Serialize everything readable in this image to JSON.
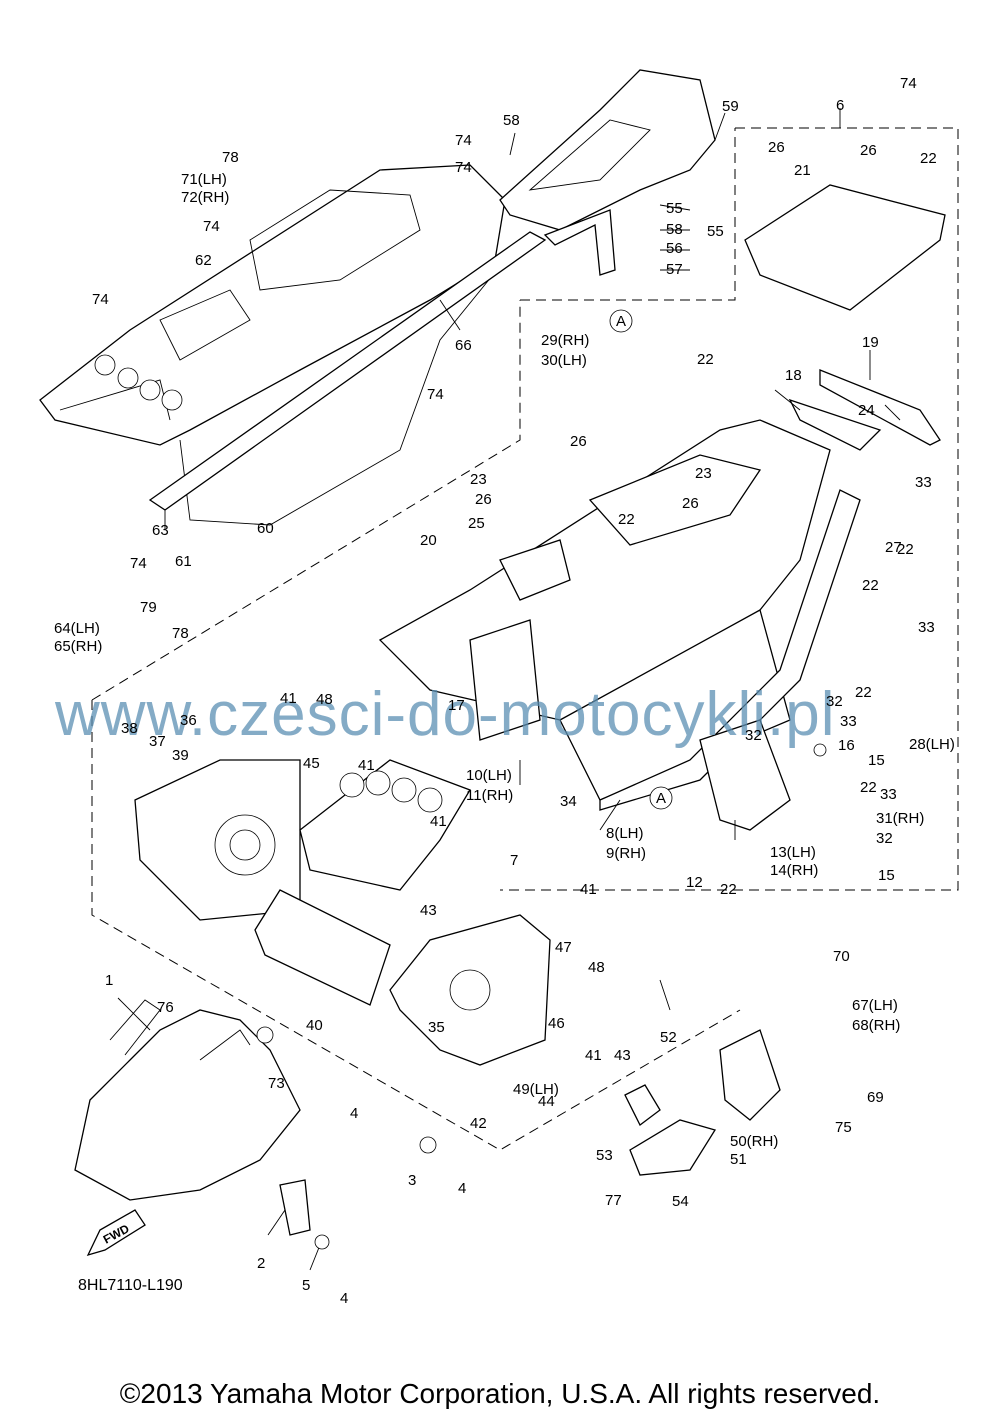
{
  "watermark": "www.czesci-do-motocykli.pl",
  "figure_code": "8HL7110-L190",
  "fwd_badge": "FWD",
  "copyright": "©2013 Yamaha Motor Corporation, U.S.A. All rights reserved.",
  "callouts": [
    "1",
    "2",
    "3",
    "4",
    "4",
    "4",
    "5",
    "6",
    "7",
    "8(LH)",
    "9(RH)",
    "10(LH)",
    "11(RH)",
    "12",
    "13(LH)",
    "14(RH)",
    "15",
    "15",
    "16",
    "17",
    "18",
    "19",
    "20",
    "21",
    "22",
    "22",
    "22",
    "22",
    "22",
    "22",
    "22",
    "22",
    "23",
    "23",
    "24",
    "25",
    "26",
    "26",
    "26",
    "26",
    "26",
    "27",
    "28(LH)",
    "29(RH)",
    "30(LH)",
    "31(RH)",
    "32",
    "32",
    "32",
    "33",
    "33",
    "33",
    "33",
    "34",
    "35",
    "36",
    "37",
    "38",
    "39",
    "40",
    "41",
    "41",
    "41",
    "41",
    "41",
    "42",
    "43",
    "43",
    "44",
    "45",
    "46",
    "47",
    "48",
    "48",
    "49(LH)",
    "50(RH)",
    "51",
    "52",
    "53",
    "54",
    "55",
    "55",
    "56",
    "57",
    "58",
    "58",
    "59",
    "60",
    "61",
    "62",
    "63",
    "64(LH)",
    "65(RH)",
    "66",
    "67(LH)",
    "68(RH)",
    "69",
    "70",
    "71(LH)",
    "72(RH)",
    "73",
    "74",
    "74",
    "74",
    "74",
    "74",
    "74",
    "74",
    "75",
    "76",
    "77",
    "78",
    "78",
    "79",
    "A",
    "A"
  ]
}
